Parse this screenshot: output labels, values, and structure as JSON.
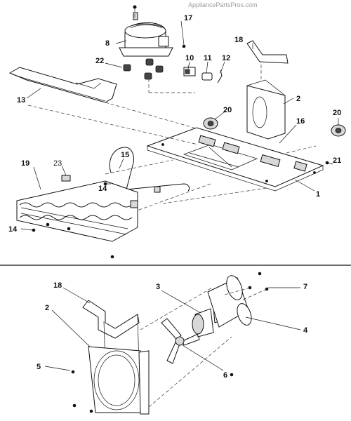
{
  "watermark": "AppliancePartsPros.com",
  "callouts": {
    "c1": "1",
    "c2_top": "2",
    "c2_bottom": "2",
    "c3": "3",
    "c4": "4",
    "c5": "5",
    "c6": "6",
    "c7": "7",
    "c8": "8",
    "c10": "10",
    "c11": "11",
    "c12": "12",
    "c13": "13",
    "c14_a": "14",
    "c14_b": "14",
    "c15": "15",
    "c16": "16",
    "c17": "17",
    "c18_top": "18",
    "c18_bottom": "18",
    "c19": "19",
    "c20_a": "20",
    "c20_b": "20",
    "c21": "21",
    "c22": "22",
    "c23": "23"
  }
}
